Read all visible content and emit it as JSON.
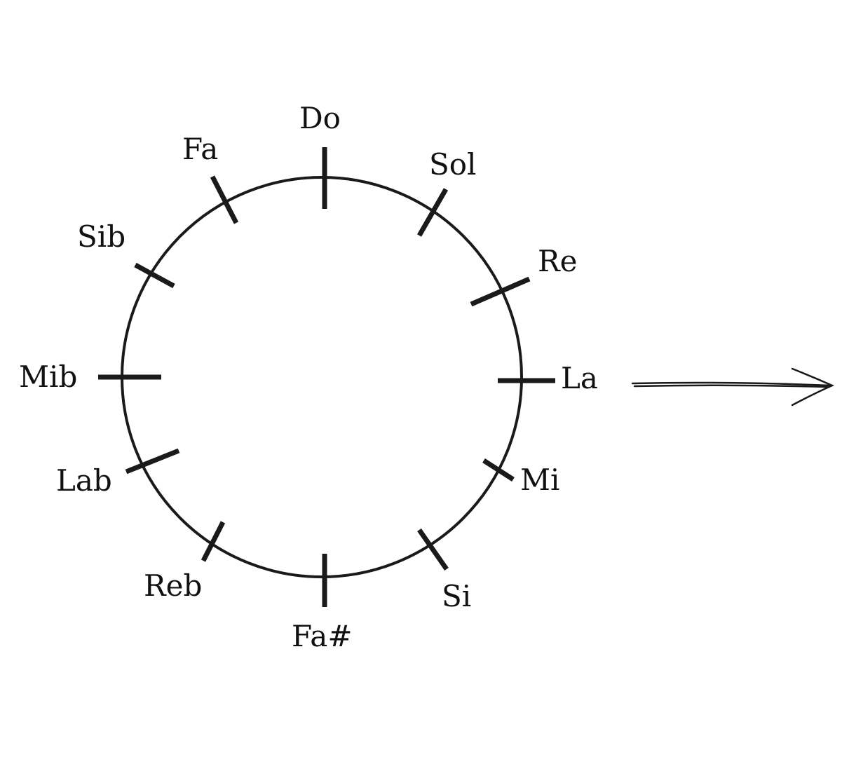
{
  "diagram": {
    "notes": [
      {
        "id": "do",
        "label": "Do"
      },
      {
        "id": "sol",
        "label": "Sol"
      },
      {
        "id": "re",
        "label": "Re"
      },
      {
        "id": "la",
        "label": "La"
      },
      {
        "id": "mi",
        "label": "Mi"
      },
      {
        "id": "si",
        "label": "Si"
      },
      {
        "id": "fa-sharp",
        "label": "Fa#"
      },
      {
        "id": "reb",
        "label": "Reb"
      },
      {
        "id": "lab",
        "label": "Lab"
      },
      {
        "id": "mib",
        "label": "Mib"
      },
      {
        "id": "sib",
        "label": "Sib"
      },
      {
        "id": "fa",
        "label": "Fa"
      }
    ],
    "stroke_color": "#1a1a1a"
  }
}
